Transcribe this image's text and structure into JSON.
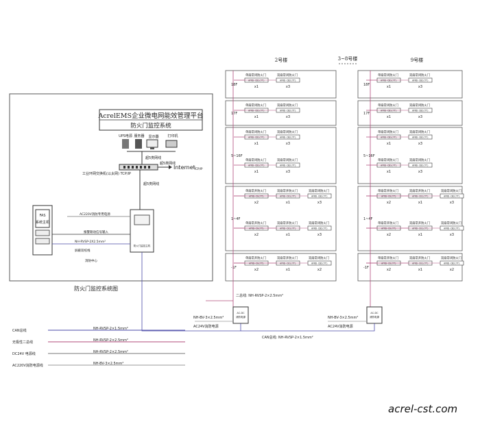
{
  "control_room": {
    "platform_title": "AcrelEMS企业微电网能效管理平台",
    "system_subtitle": "防火门监控系统",
    "workstations": [
      "UPS电源",
      "服务器",
      "显示器",
      "打印机"
    ],
    "net_labels": [
      "超5类网线",
      "超5类网线",
      "超5类网线"
    ],
    "switch_label": "工业环网交换机(以太网) TCP/IP",
    "internet_label": "Internet",
    "internet_note": "TCP/IP",
    "fas_label": "FAS",
    "fas_sub": "系统主机",
    "power_label": "AC220V消防专用电源",
    "interlock_label": "报警联动信号输入",
    "cable_label": "NH-RVSP-2X2.5mm²",
    "cable_note": "屏蔽双绞线",
    "center_label": "消防中心",
    "host_label": "防火门监控主机",
    "diagram_title": "防火门监控系统图"
  },
  "buildings": {
    "middle_label": "3~8号楼",
    "names": [
      "2号楼",
      "9号楼"
    ],
    "floors": [
      "18F",
      "17F",
      "5~16F",
      "1~4F",
      "-1F"
    ],
    "door_single": "单扇常闭防火门",
    "door_double": "双扇常闭防火门",
    "door_single_open": "单扇常开防火门",
    "door_double_open": "双扇常开防火门",
    "module_closed": "AFRD-CB1(YT)",
    "module_closed2": "AFRD-CB2(YT)",
    "module_open": "AFRD-CK(YT)",
    "module_open2": "AFRD-CK1(YT)",
    "counts": [
      "x1",
      "x2",
      "x3"
    ]
  },
  "bus": {
    "twisted_label": "二总线: NH-RVSP-2×2.5mm²",
    "power_label": "NH-BV-3×2.5mm²",
    "ac_label": "AC24V消防电源",
    "can_label": "CAN总线: NH-RVSP-2×1.5mm²",
    "power_box_label": "AC-DC",
    "power_box_sub": "消防电源"
  },
  "legend": [
    {
      "name": "CAN总线",
      "spec": "NH-RVSP-2×1.5mm²",
      "color": "#4a4aa8"
    },
    {
      "name": "无极性二总线",
      "spec": "NH-RVSP-2×2.5mm²",
      "color": "#b04a7a"
    },
    {
      "name": "DC24V 电源线",
      "spec": "NH-RVSP-2×2.5mm²",
      "color": "#7a7a7a"
    },
    {
      "name": "AC220V消防电源线",
      "spec": "NH-BV-3×2.5mm²",
      "color": "#999999"
    }
  ],
  "watermark": "acrel-cst.com"
}
